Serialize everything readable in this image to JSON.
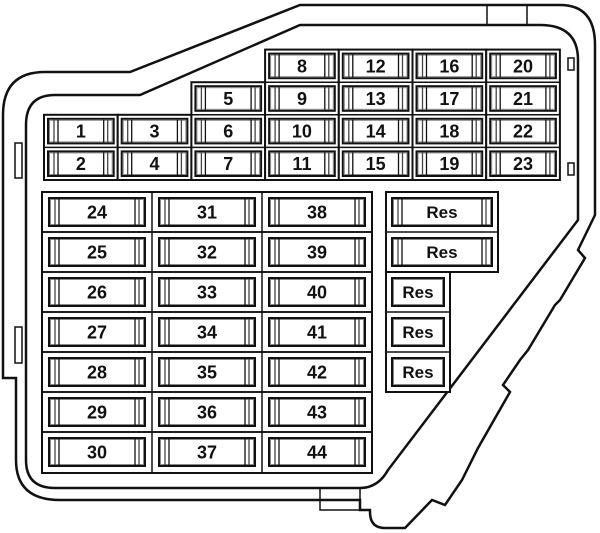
{
  "title": "Fuse box layout",
  "colors": {
    "line": "#111111",
    "background": "#ffffff",
    "shade": "#777777"
  },
  "top_grid": {
    "columns": [
      [
        "1",
        "2"
      ],
      [
        "3",
        "4"
      ],
      [
        "5",
        "6",
        "7"
      ],
      [
        "8",
        "9",
        "10",
        "11"
      ],
      [
        "12",
        "13",
        "14",
        "15"
      ],
      [
        "16",
        "17",
        "18",
        "19"
      ],
      [
        "20",
        "21",
        "22",
        "23"
      ]
    ]
  },
  "lower_block": {
    "columns": [
      [
        "24",
        "25",
        "26",
        "27",
        "28",
        "29",
        "30"
      ],
      [
        "31",
        "32",
        "33",
        "34",
        "35",
        "36",
        "37"
      ],
      [
        "38",
        "39",
        "40",
        "41",
        "42",
        "43",
        "44"
      ]
    ]
  },
  "reserve_large": [
    "Res",
    "Res"
  ],
  "reserve_small": [
    "Res",
    "Res",
    "Res"
  ]
}
